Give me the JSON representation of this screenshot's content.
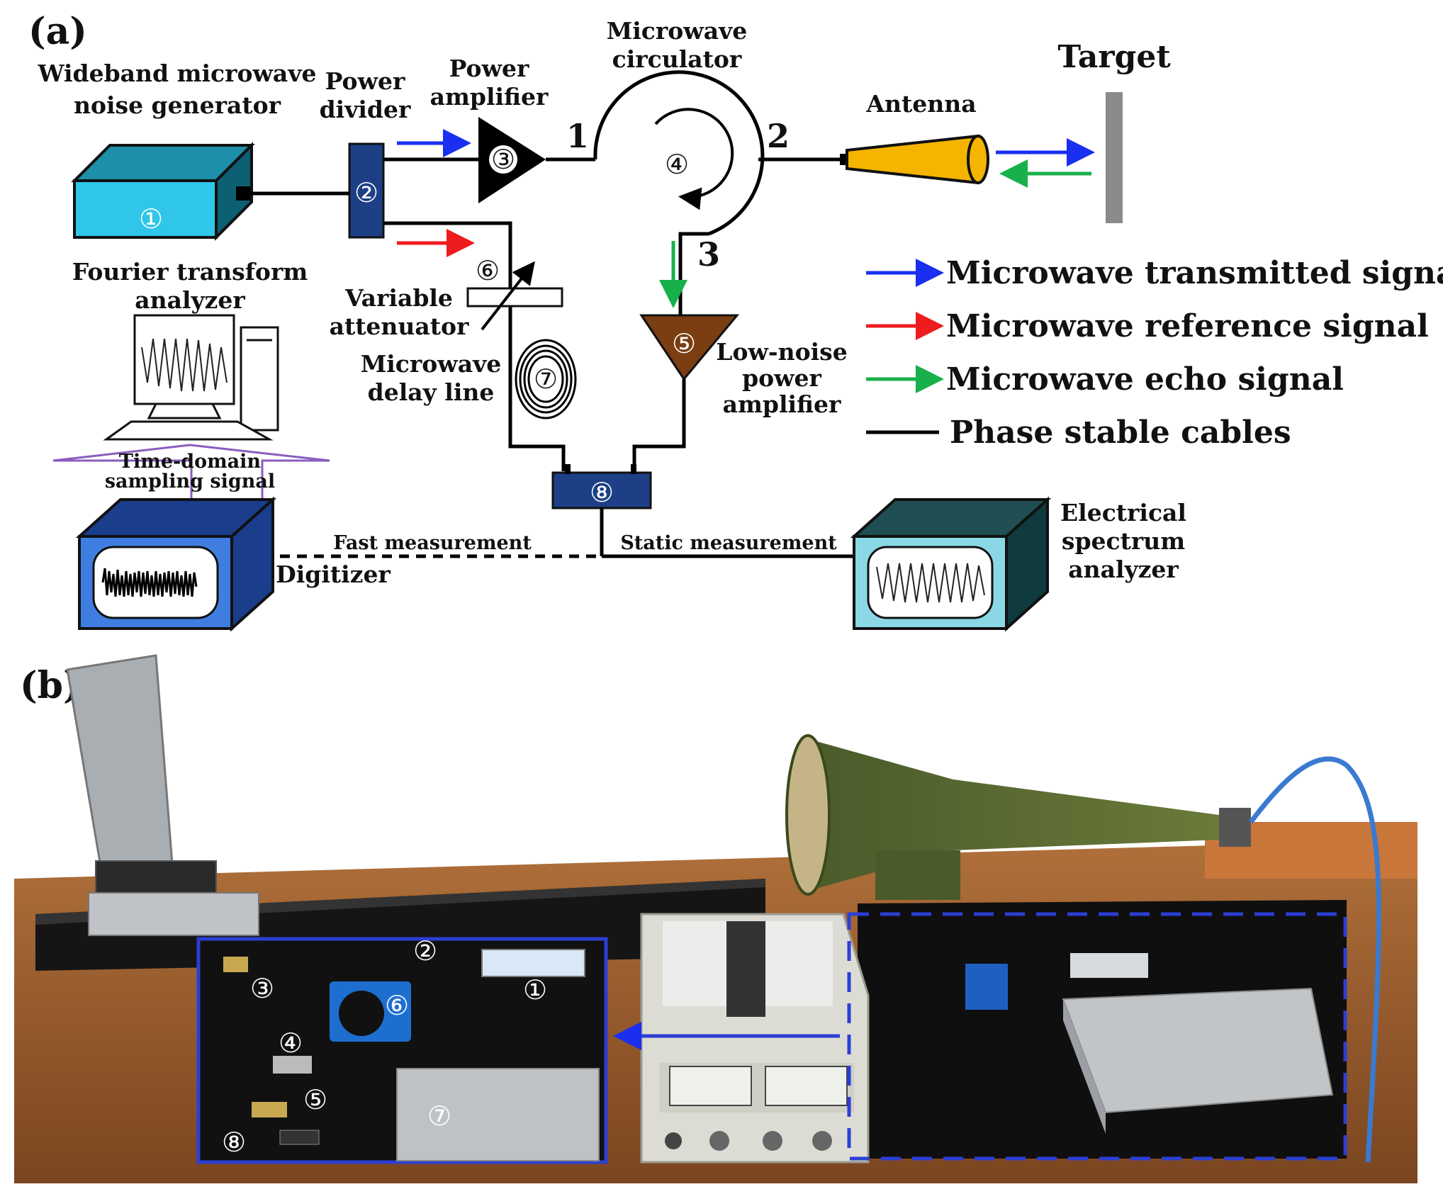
{
  "figure": {
    "panel_a": {
      "label": "(a)",
      "components": {
        "noise_generator": {
          "label_line1": "Wideband microwave",
          "label_line2": "noise generator",
          "marker": "①"
        },
        "power_divider": {
          "label_line1": "Power",
          "label_line2": "divider",
          "marker": "②"
        },
        "power_amplifier": {
          "label_line1": "Power",
          "label_line2": "amplifier",
          "marker": "③"
        },
        "circulator": {
          "label_line1": "Microwave",
          "label_line2": "circulator",
          "marker": "④",
          "port1": "1",
          "port2": "2",
          "port3": "3"
        },
        "lna": {
          "label_line1": "Low-noise",
          "label_line2": "power",
          "label_line3": "amplifier",
          "marker": "⑤"
        },
        "attenuator": {
          "label_line1": "Variable",
          "label_line2": "attenuator",
          "marker": "⑥"
        },
        "delay_line": {
          "label_line1": "Microwave",
          "label_line2": "delay line",
          "marker": "⑦"
        },
        "mixer": {
          "marker": "⑧"
        },
        "antenna": {
          "label": "Antenna"
        },
        "target": {
          "label": "Target"
        },
        "fourier_analyzer": {
          "label_line1": "Fourier transform",
          "label_line2": "analyzer"
        },
        "digitizer": {
          "label": "Digitizer"
        },
        "esa": {
          "label_line1": "Electrical",
          "label_line2": "spectrum",
          "label_line3": "analyzer"
        }
      },
      "paths": {
        "sampling_line1": "Time-domain",
        "sampling_line2": "sampling signal",
        "fast": "Fast measurement",
        "static": "Static measurement"
      },
      "legend": [
        {
          "label": "Microwave transmitted signal",
          "color": "#1a2ff0"
        },
        {
          "label": "Microwave reference signal",
          "color": "#ee1c1c"
        },
        {
          "label": "Microwave echo signal",
          "color": "#17b04a"
        },
        {
          "label": "Phase stable cables",
          "color": "#000000"
        }
      ]
    },
    "panel_b": {
      "label": "(b)",
      "markers": [
        "①",
        "②",
        "③",
        "④",
        "⑤",
        "⑥",
        "⑦",
        "⑧"
      ]
    }
  }
}
